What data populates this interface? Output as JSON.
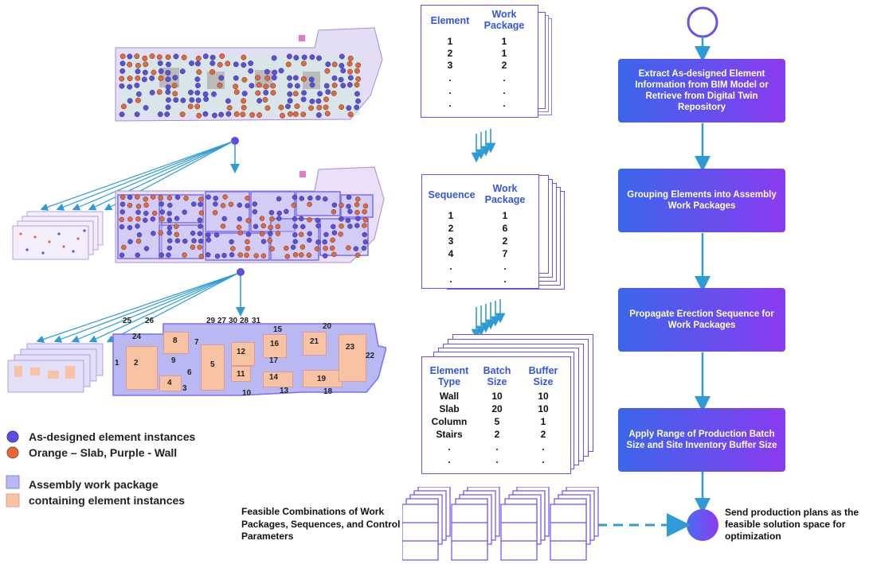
{
  "flow_steps": [
    "Extract As-designed Element Information from BIM Model or Retrieve from Digital Twin Repository",
    "Grouping Elements into Assembly Work Packages",
    "Propagate Erection Sequence for Work Packages",
    "Apply Range of Production Batch Size and Site Inventory Buffer Size"
  ],
  "end_label": "Send production plans as the feasible solution space for optimization",
  "combos_label": "Feasible Combinations of Work Packages, Sequences, and Control Parameters",
  "table1": {
    "headers": [
      "Element",
      "Work Package"
    ],
    "rows": [
      [
        "1",
        "1"
      ],
      [
        "2",
        "1"
      ],
      [
        "3",
        "2"
      ],
      [
        ".",
        "."
      ],
      [
        ".",
        "."
      ],
      [
        ".",
        "."
      ]
    ]
  },
  "table2": {
    "headers": [
      "Sequence",
      "Work Package"
    ],
    "rows": [
      [
        "1",
        "1"
      ],
      [
        "2",
        "6"
      ],
      [
        "3",
        "2"
      ],
      [
        "4",
        "7"
      ],
      [
        ".",
        "."
      ],
      [
        ".",
        "."
      ]
    ]
  },
  "table3": {
    "headers": [
      "Element Type",
      "Batch Size",
      "Buffer Size"
    ],
    "rows": [
      [
        "Wall",
        "10",
        "10"
      ],
      [
        "Slab",
        "20",
        "10"
      ],
      [
        "Column",
        "5",
        "1"
      ],
      [
        "Stairs",
        "2",
        "2"
      ],
      [
        ".",
        ".",
        "."
      ],
      [
        ".",
        ".",
        "."
      ]
    ]
  },
  "legend": {
    "dots_line1": "As-designed element instances",
    "dots_line2": "Orange – Slab, Purple - Wall",
    "boxes_line1": "Assembly work package",
    "boxes_line2": "containing element instances"
  },
  "colors": {
    "accent_blue": "#3a66ea",
    "accent_purple": "#8b3bef",
    "arrow_blue": "#2e9bd6",
    "wall_dot": "#5a4fe0",
    "slab_dot": "#e8663c",
    "package_fill": "#b9b8f2",
    "package_inner": "#f7c3a3"
  },
  "work_package_numbers": [
    "1",
    "2",
    "3",
    "4",
    "5",
    "6",
    "7",
    "8",
    "9",
    "10",
    "11",
    "12",
    "13",
    "14",
    "15",
    "16",
    "17",
    "18",
    "19",
    "20",
    "21",
    "22",
    "23",
    "24",
    "25",
    "26",
    "27",
    "28",
    "29",
    "30",
    "31"
  ]
}
